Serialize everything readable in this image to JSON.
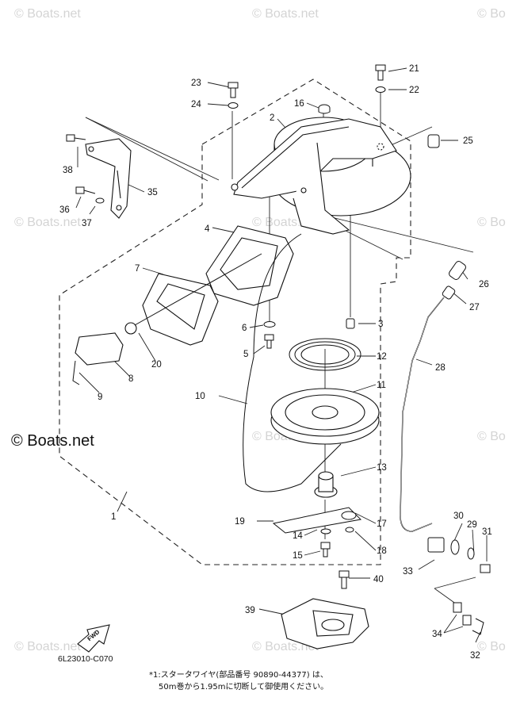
{
  "watermark": "© Boats.net",
  "watermark_short": "© Bo",
  "diagram_code": "6L23010-C070",
  "fwd_label": "FWD",
  "note": {
    "line1": "*1:スタータワイヤ(部品番号 90890-44377) は、",
    "line2": "50m巻から1.95mに切断して御使用ください。"
  },
  "callouts": {
    "p1": "1",
    "p2": "2",
    "p3": "3",
    "p4": "4",
    "p6": "6",
    "p5": "5",
    "p7": "7",
    "p8": "8",
    "p9": "9",
    "p10": "10",
    "p11": "11",
    "p12": "12",
    "p13": "13",
    "p14": "14",
    "p15": "15",
    "p16": "16",
    "p17": "17",
    "p18": "18",
    "p19": "19",
    "p20": "20",
    "p21": "21",
    "p22": "22",
    "p23": "23",
    "p24": "24",
    "p25": "25",
    "p26": "26",
    "p27": "27",
    "p28": "28",
    "p29": "29",
    "p30": "30",
    "p31": "31",
    "p32": "32",
    "p33": "33",
    "p34": "34",
    "p35": "35",
    "p36": "36",
    "p37": "37",
    "p38": "38",
    "p39": "39",
    "p40": "40"
  }
}
